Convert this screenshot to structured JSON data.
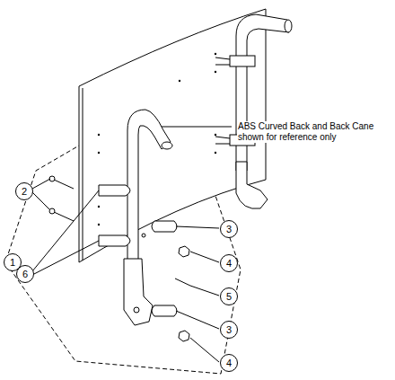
{
  "diagram": {
    "labels": [
      "ABS Curved Back and Back Cane shown for reference only",
      "2",
      "1",
      "6",
      "3",
      "4",
      "5",
      "3",
      "4"
    ]
  }
}
